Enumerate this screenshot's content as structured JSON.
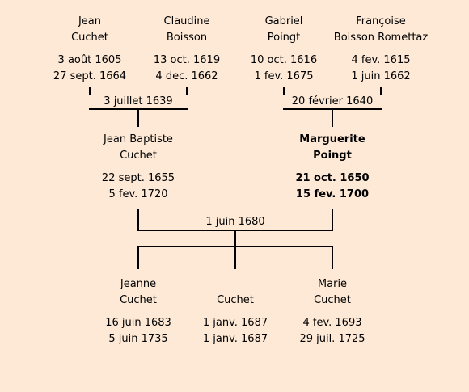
{
  "generation_1": [
    {
      "name_lines": [
        "Jean",
        "Cuchet"
      ],
      "born": "3 août 1605",
      "died": "27 sept. 1664"
    },
    {
      "name_lines": [
        "Claudine",
        "Boisson"
      ],
      "born": "13 oct. 1619",
      "died": "4 dec. 1662"
    },
    {
      "name_lines": [
        "Gabriel",
        "Poingt"
      ],
      "born": "10 oct. 1616",
      "died": "1 fev. 1675"
    },
    {
      "name_lines": [
        "Françoise",
        "Boisson Romettaz"
      ],
      "born": "4 fev. 1615",
      "died": "1 juin 1662"
    }
  ],
  "marriages_1": [
    {
      "date": "3 juillet 1639"
    },
    {
      "date": "20 février 1640"
    }
  ],
  "generation_2": [
    {
      "name_lines": [
        "Jean Baptiste",
        "Cuchet"
      ],
      "born": "22 sept. 1655",
      "died": "5 fev. 1720",
      "highlight": false
    },
    {
      "name_lines": [
        "Marguerite",
        "Poingt"
      ],
      "born": "21 oct. 1650",
      "died": "15 fev. 1700",
      "highlight": true
    }
  ],
  "marriage_2": {
    "date": "1 juin 1680"
  },
  "generation_3": [
    {
      "name_lines": [
        "Jeanne",
        "Cuchet"
      ],
      "born": "16 juin 1683",
      "died": "5 juin 1735"
    },
    {
      "name_lines": [
        "",
        "Cuchet"
      ],
      "born": "1 janv. 1687",
      "died": "1 janv. 1687"
    },
    {
      "name_lines": [
        "Marie",
        "Cuchet"
      ],
      "born": "4 fev. 1693",
      "died": "29 juil. 1725"
    }
  ]
}
